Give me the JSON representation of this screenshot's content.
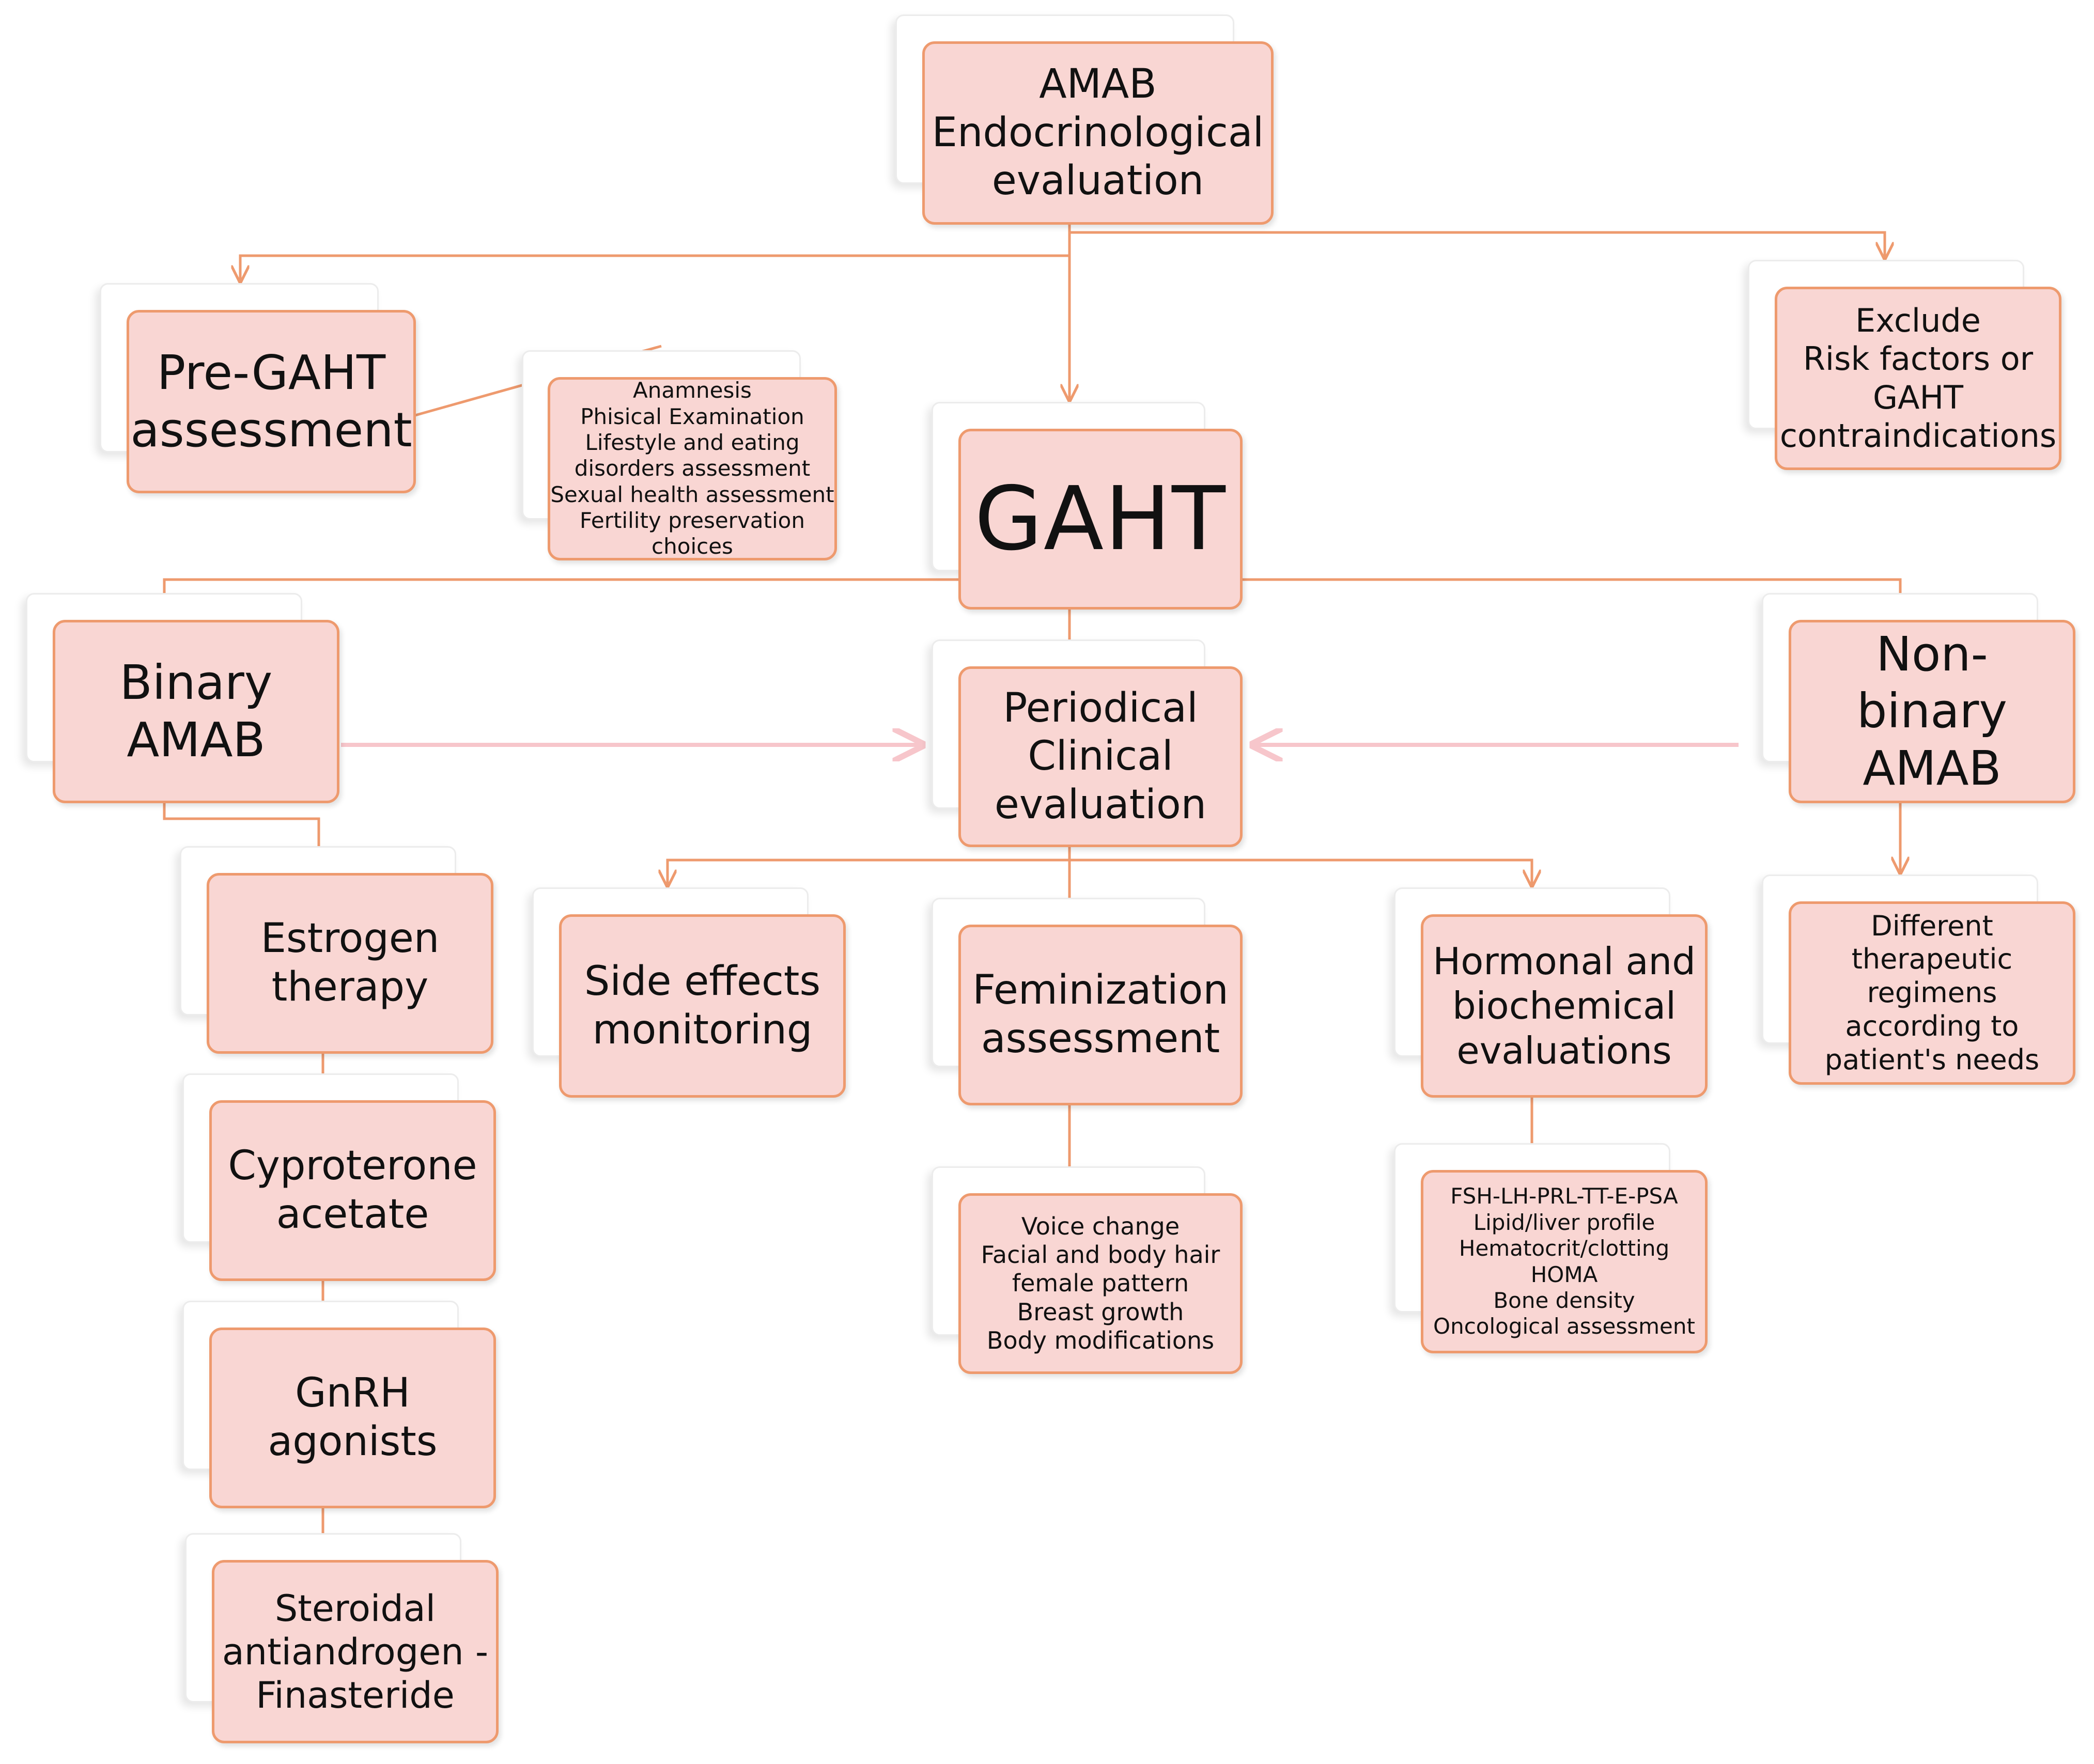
{
  "nodes": {
    "amab_eval": {
      "lines": [
        "AMAB",
        "Endocrinological",
        "evaluation"
      ]
    },
    "pre_gaht": {
      "lines": [
        "Pre-GAHT",
        "assessment"
      ]
    },
    "pre_gaht_details": {
      "lines": [
        "Anamnesis",
        "Phisical Examination",
        "Lifestyle and eating",
        "disorders assessment",
        "Sexual health assessment",
        "Fertility preservation",
        "choices"
      ]
    },
    "exclude": {
      "lines": [
        "Exclude",
        "Risk factors or",
        "GAHT",
        "contraindications"
      ]
    },
    "gaht": {
      "lines": [
        "GAHT"
      ]
    },
    "binary": {
      "lines": [
        "Binary",
        "AMAB"
      ]
    },
    "periodical": {
      "lines": [
        "Periodical",
        "Clinical",
        "evaluation"
      ]
    },
    "nonbinary": {
      "lines": [
        "Non-",
        "binary",
        "AMAB"
      ]
    },
    "estrogen": {
      "lines": [
        "Estrogen",
        "therapy"
      ]
    },
    "cyproterone": {
      "lines": [
        "Cyproterone",
        "acetate"
      ]
    },
    "gnrh": {
      "lines": [
        "GnRH",
        "agonists"
      ]
    },
    "steroidal": {
      "lines": [
        "Steroidal",
        "antiandrogen -",
        "Finasteride"
      ]
    },
    "side_effects": {
      "lines": [
        "Side effects",
        "monitoring"
      ]
    },
    "feminization": {
      "lines": [
        "Feminization",
        "assessment"
      ]
    },
    "feminization_details": {
      "lines": [
        "Voice change",
        "Facial and body hair",
        "female pattern",
        "Breast growth",
        "Body modifications"
      ]
    },
    "hormonal": {
      "lines": [
        "Hormonal and",
        "biochemical",
        "evaluations"
      ]
    },
    "hormonal_details": {
      "lines": [
        "FSH-LH-PRL-TT-E-PSA",
        "Lipid/liver profile",
        "Hematocrit/clotting",
        "HOMA",
        "Bone density",
        "Oncological assessment"
      ]
    },
    "different": {
      "lines": [
        "Different",
        "therapeutic",
        "regimens",
        "according to",
        "patient's needs"
      ]
    }
  },
  "colors": {
    "box_fill": "#f9d6d3",
    "box_border": "#ee9a6e",
    "connector": "#ee9a6e",
    "big_arrow": "#f7c6cb"
  }
}
